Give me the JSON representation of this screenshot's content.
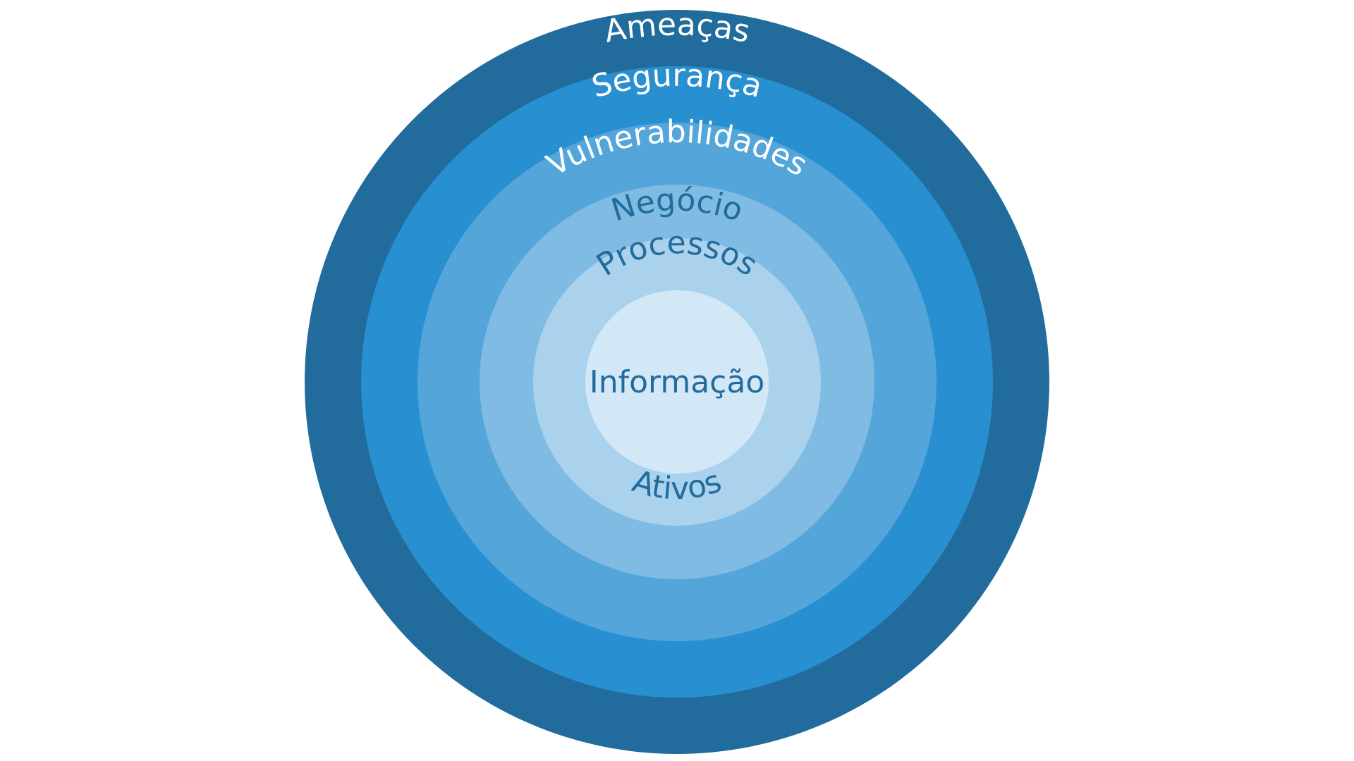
{
  "diagram": {
    "rings": [
      {
        "label": "Ameaças",
        "fill": "#216c9c",
        "text_color": "#ffffff"
      },
      {
        "label": "Segurança",
        "fill": "#288fd1",
        "text_color": "#ffffff"
      },
      {
        "label": "Vulnerabilidades",
        "fill": "#54a6da",
        "text_color": "#ffffff"
      },
      {
        "label": "Negócio",
        "fill": "#7fbbe3",
        "text_color": "#216c9c"
      },
      {
        "label": "Processos",
        "fill": "#abd2ed",
        "text_color": "#216c9c"
      },
      {
        "label": "Ativos",
        "fill": "#abd2ed",
        "text_color": "#216c9c"
      }
    ],
    "center": {
      "label": "Informação",
      "fill": "#d3e8f6",
      "text_color": "#216c9c"
    }
  }
}
